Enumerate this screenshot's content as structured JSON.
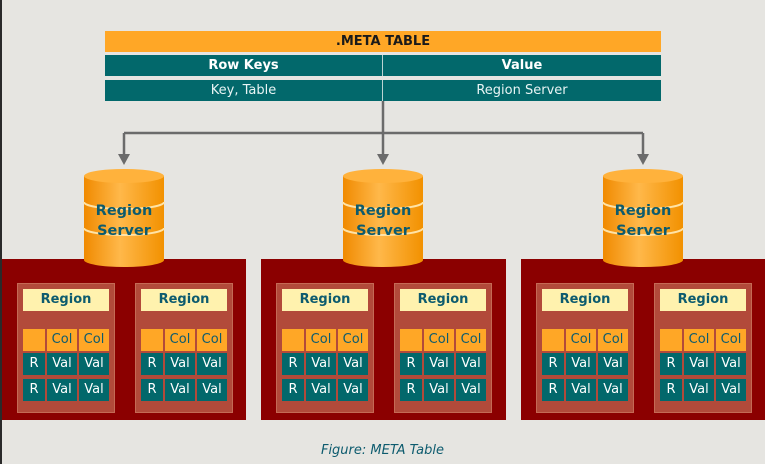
{
  "meta_table": {
    "title": ".META TABLE",
    "columns": [
      "Row Keys",
      "Value"
    ],
    "rows": [
      [
        "Key, Table",
        "Region Server"
      ]
    ]
  },
  "servers": [
    {
      "label_line1": "Region",
      "label_line2": "Server",
      "regions": [
        {
          "label": "Region",
          "col_headers": [
            "Col",
            "Col"
          ],
          "rows": [
            [
              "R",
              "Val",
              "Val"
            ],
            [
              "R",
              "Val",
              "Val"
            ]
          ]
        },
        {
          "label": "Region",
          "col_headers": [
            "Col",
            "Col"
          ],
          "rows": [
            [
              "R",
              "Val",
              "Val"
            ],
            [
              "R",
              "Val",
              "Val"
            ]
          ]
        }
      ]
    },
    {
      "label_line1": "Region",
      "label_line2": "Server",
      "regions": [
        {
          "label": "Region",
          "col_headers": [
            "Col",
            "Col"
          ],
          "rows": [
            [
              "R",
              "Val",
              "Val"
            ],
            [
              "R",
              "Val",
              "Val"
            ]
          ]
        },
        {
          "label": "Region",
          "col_headers": [
            "Col",
            "Col"
          ],
          "rows": [
            [
              "R",
              "Val",
              "Val"
            ],
            [
              "R",
              "Val",
              "Val"
            ]
          ]
        }
      ]
    },
    {
      "label_line1": "Region",
      "label_line2": "Server",
      "regions": [
        {
          "label": "Region",
          "col_headers": [
            "Col",
            "Col"
          ],
          "rows": [
            [
              "R",
              "Val",
              "Val"
            ],
            [
              "R",
              "Val",
              "Val"
            ]
          ]
        },
        {
          "label": "Region",
          "col_headers": [
            "Col",
            "Col"
          ],
          "rows": [
            [
              "R",
              "Val",
              "Val"
            ],
            [
              "R",
              "Val",
              "Val"
            ]
          ]
        }
      ]
    }
  ],
  "caption": "Figure: META Table",
  "colors": {
    "orange": "#FFA726",
    "teal": "#02686B",
    "dark_red": "#8B0000",
    "region_bg": "#B24A3A",
    "label_yellow": "#FFF2AE",
    "text_blue": "#0D5B6E",
    "arrow_gray": "#6b6b6b",
    "background": "#E6E5E1"
  }
}
